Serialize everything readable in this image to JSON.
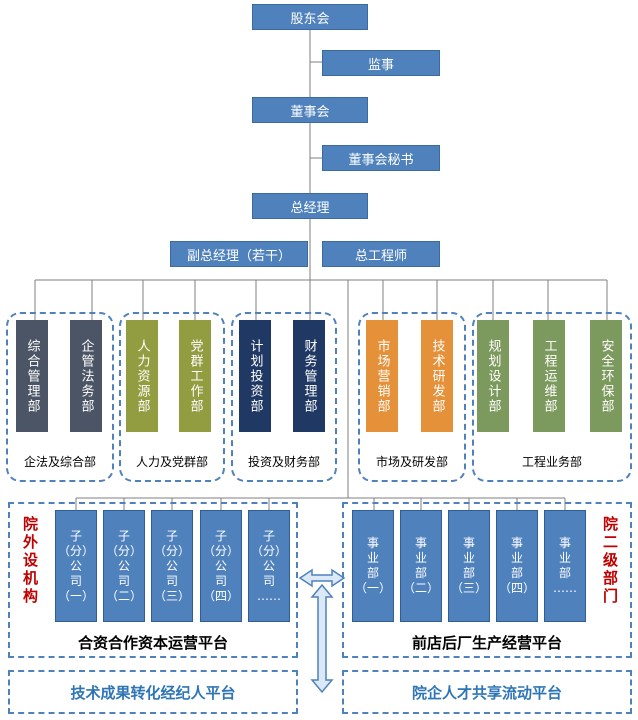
{
  "top_chain": {
    "shareholders": "股东会",
    "supervisor": "监事",
    "board": "董事会",
    "board_secretary": "董事会秘书",
    "general_manager": "总经理",
    "deputy_gm": "副总经理（若干）",
    "chief_engineer": "总工程师"
  },
  "dept_groups": [
    {
      "label": "企法及综合部",
      "depts": [
        "综合管理部",
        "企管法务部"
      ],
      "color": "#4c5566"
    },
    {
      "label": "人力及党群部",
      "depts": [
        "人力资源部",
        "党群工作部"
      ],
      "color": "#929c40"
    },
    {
      "label": "投资及财务部",
      "depts": [
        "计划投资部",
        "财务管理部"
      ],
      "color": "#1f3864"
    },
    {
      "label": "市场及研发部",
      "depts": [
        "市场营销部",
        "技术研发部"
      ],
      "color": "#e4913a"
    },
    {
      "label": "工程业务部",
      "depts": [
        "规划设计部",
        "工程运维部",
        "安全环保部"
      ],
      "color": "#7d9a5e"
    }
  ],
  "left_platform": {
    "side_label": "院外设机构",
    "title": "合资合作资本运营平台",
    "units": [
      [
        "子",
        "（分）",
        "公",
        "司",
        "（一）"
      ],
      [
        "子",
        "（分）",
        "公",
        "司",
        "（二）"
      ],
      [
        "子",
        "（分）",
        "公",
        "司",
        "（三）"
      ],
      [
        "子",
        "（分）",
        "公",
        "司",
        "（四）"
      ],
      [
        "子",
        "（分）",
        "公",
        "司",
        "……"
      ]
    ]
  },
  "right_platform": {
    "side_label": "院二级部门",
    "title": "前店后厂生产经营平台",
    "units": [
      [
        "事",
        "业",
        "部",
        "（一）"
      ],
      [
        "事",
        "业",
        "部",
        "（二）"
      ],
      [
        "事",
        "业",
        "部",
        "（三）"
      ],
      [
        "事",
        "业",
        "部",
        "（四）"
      ],
      [
        "事",
        "业",
        "部",
        "……"
      ]
    ]
  },
  "bottom": {
    "left": "技术成果转化经纪人平台",
    "right": "院企人才共享流动平台"
  }
}
